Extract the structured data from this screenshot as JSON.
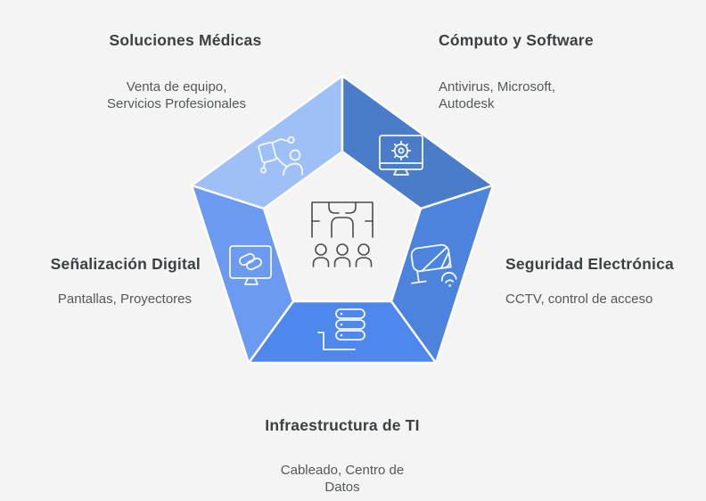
{
  "diagram": {
    "background_color": "#f4f4f5",
    "divider_color": "#ffffff",
    "icon_stroke_color": "#f5f8ff",
    "center_icon_color": "#4a4a4a",
    "title_color": "#3c4043",
    "subtitle_color": "#54585a",
    "center_icon": "conference-room-icon"
  },
  "segments": [
    {
      "id": "soluciones-medicas",
      "position": "top-left",
      "title": "Soluciones Médicas",
      "subtitle": "Venta de equipo,\nServicios Profesionales",
      "color": "#9fc0f7",
      "icon": "medical-equipment-icon"
    },
    {
      "id": "computo-software",
      "position": "top-right",
      "title": "Cómputo y Software",
      "subtitle": "Antivirus, Microsoft,\nAutodesk",
      "color": "#4a7cc9",
      "icon": "monitor-gear-icon"
    },
    {
      "id": "seguridad-electronica",
      "position": "right",
      "title": "Seguridad Electrónica",
      "subtitle": "CCTV, control de acceso",
      "color": "#4c83dd",
      "icon": "cctv-camera-icon"
    },
    {
      "id": "infraestructura-ti",
      "position": "bottom",
      "title": "Infraestructura de TI",
      "subtitle": "Cableado, Centro de\nDatos",
      "color": "#4e88ec",
      "icon": "server-rack-icon"
    },
    {
      "id": "senalizacion-digital",
      "position": "left",
      "title": "Señalización Digital",
      "subtitle": "Pantallas, Proyectores",
      "color": "#6d9af1",
      "icon": "monitor-link-icon"
    }
  ]
}
